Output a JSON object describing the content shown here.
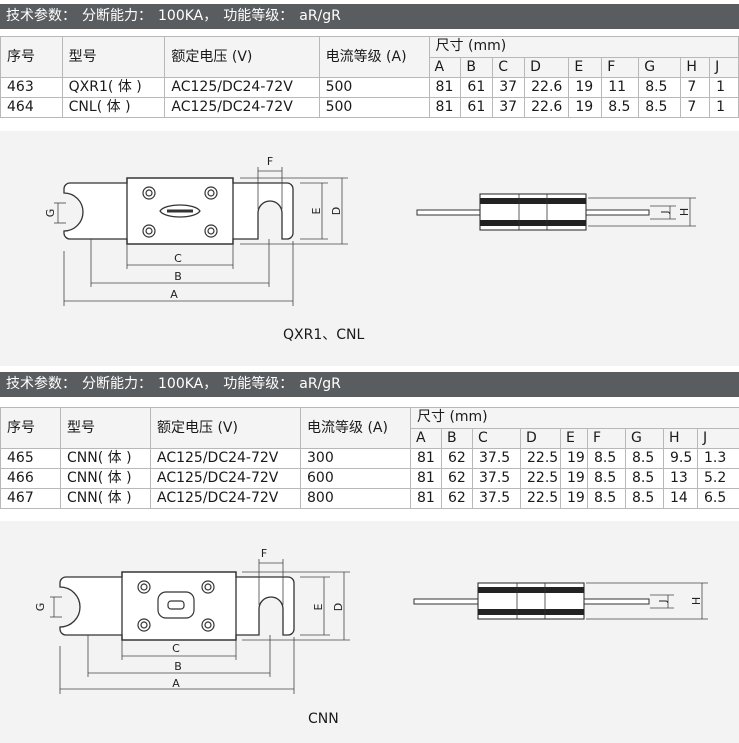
{
  "section1": {
    "banner": [
      "技术参数：",
      "分断能力：",
      "100KA，",
      "功能等级：",
      "aR/gR"
    ],
    "headers": {
      "index": "序号",
      "model": "型号",
      "voltage": "额定电压 (V)",
      "current": "电流等级 (A)",
      "dims": "尺寸 (mm)"
    },
    "dim_cols": [
      "A",
      "B",
      "C",
      "D",
      "E",
      "F",
      "G",
      "H",
      "J"
    ],
    "rows": [
      {
        "index": "463",
        "model": "QXR1( 体 )",
        "voltage": "AC125/DC24-72V",
        "current": "500",
        "dims": [
          "81",
          "61",
          "37",
          "22.6",
          "19",
          "11",
          "8.5",
          "7",
          "1"
        ]
      },
      {
        "index": "464",
        "model": "CNL( 体 )",
        "voltage": "AC125/DC24-72V",
        "current": "500",
        "dims": [
          "81",
          "61",
          "37",
          "22.6",
          "19",
          "8.5",
          "8.5",
          "7",
          "1"
        ]
      }
    ],
    "figure": {
      "caption": "QXR1、CNL",
      "labels": {
        "a": "A",
        "b": "B",
        "c": "C",
        "d": "D",
        "e": "E",
        "f": "F",
        "g": "G",
        "h": "H",
        "j": "J"
      }
    }
  },
  "section2": {
    "banner": [
      "技术参数：",
      "分断能力：",
      "100KA，",
      "功能等级：",
      "aR/gR"
    ],
    "headers": {
      "index": "序号",
      "model": "型号",
      "voltage": "额定电压 (V)",
      "current": "电流等级 (A)",
      "dims": "尺寸 (mm)"
    },
    "dim_cols": [
      "A",
      "B",
      "C",
      "D",
      "E",
      "F",
      "G",
      "H",
      "J"
    ],
    "rows": [
      {
        "index": "465",
        "model": "CNN( 体 )",
        "voltage": "AC125/DC24-72V",
        "current": "300",
        "dims": [
          "81",
          "62",
          "37.5",
          "22.5",
          "19",
          "8.5",
          "8.5",
          "9.5",
          "1.3"
        ]
      },
      {
        "index": "466",
        "model": "CNN( 体 )",
        "voltage": "AC125/DC24-72V",
        "current": "600",
        "dims": [
          "81",
          "62",
          "37.5",
          "22.5",
          "19",
          "8.5",
          "8.5",
          "13",
          "5.2"
        ]
      },
      {
        "index": "467",
        "model": "CNN( 体 )",
        "voltage": "AC125/DC24-72V",
        "current": "800",
        "dims": [
          "81",
          "62",
          "37.5",
          "22.5",
          "19",
          "8.5",
          "8.5",
          "14",
          "6.5"
        ]
      }
    ],
    "figure": {
      "caption": "CNN",
      "labels": {
        "a": "A",
        "b": "B",
        "c": "C",
        "d": "D",
        "e": "E",
        "f": "F",
        "g": "G",
        "h": "H",
        "j": "J"
      }
    }
  }
}
